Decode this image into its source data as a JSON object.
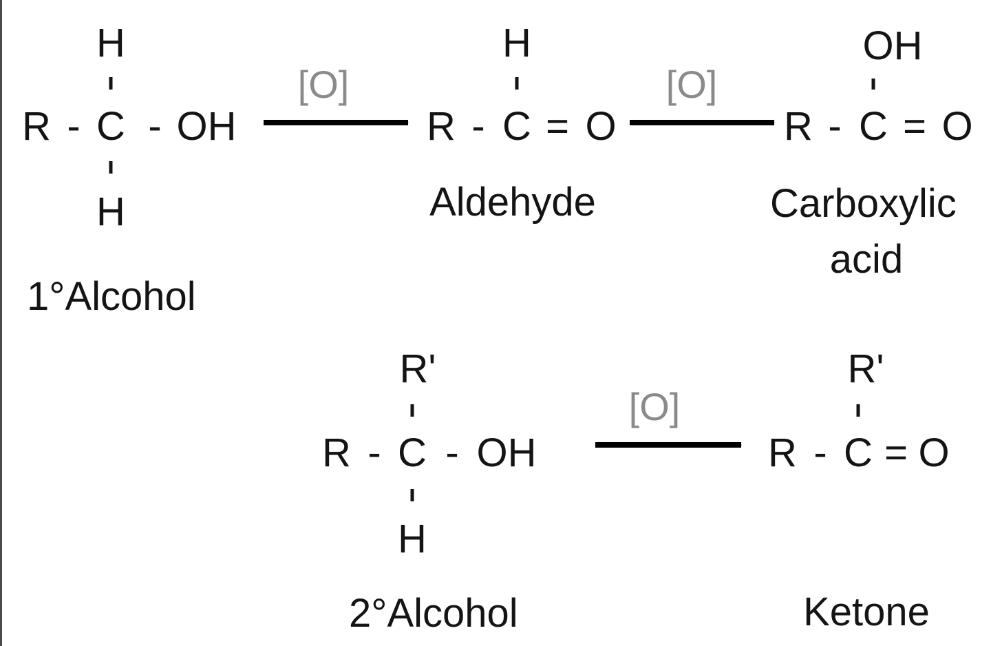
{
  "reagent": "[O]",
  "r": "R",
  "r_prime": "R'",
  "h": "H",
  "oh": "OH",
  "o": "O",
  "c": "C",
  "bond_single": "-",
  "bond_double": "=",
  "labels": {
    "primary_alcohol": "1°Alcohol",
    "aldehyde": "Aldehyde",
    "carboxylic_acid_line1": "Carboxylic",
    "carboxylic_acid_line2": "acid",
    "secondary_alcohol": "2°Alcohol",
    "ketone": "Ketone"
  },
  "colors": {
    "text": "#141414",
    "reagent": "#8a8a8a",
    "arrow": "#000000"
  }
}
